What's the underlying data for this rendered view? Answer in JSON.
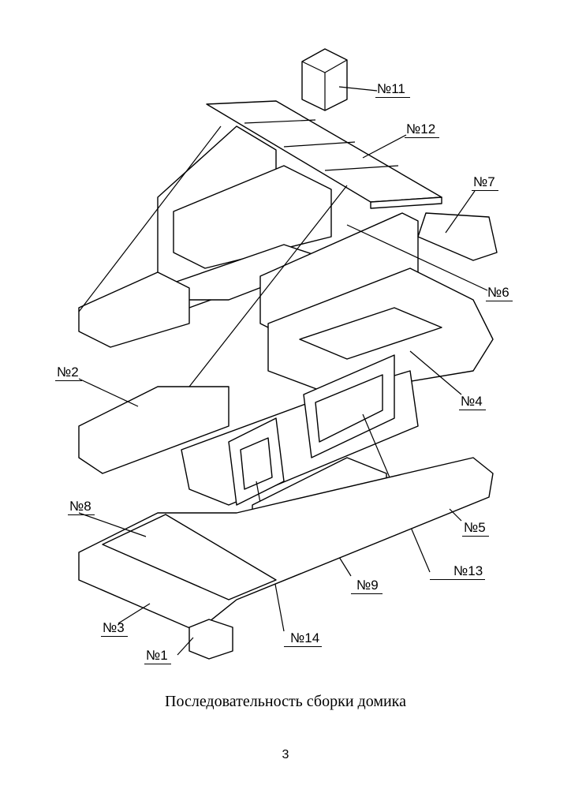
{
  "labels": {
    "n11": "№11",
    "n12": "№12",
    "n7": "№7",
    "n6": "№6",
    "n2": "№2",
    "n4": "№4",
    "n8": "№8",
    "n5": "№5",
    "n13": "№13",
    "n9": "№9",
    "n3": "№3",
    "n14": "№14",
    "n1": "№1"
  },
  "caption": "Последовательность сборки домика",
  "page_number": "3"
}
